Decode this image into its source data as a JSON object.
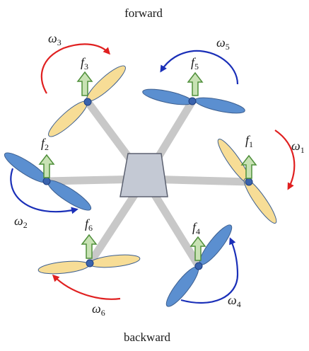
{
  "captions": {
    "top": "forward",
    "bottom": "backward"
  },
  "colors": {
    "arm": "#c8c8c8",
    "body_fill": "#c4c9d4",
    "body_stroke": "#5c6170",
    "hub": "#3a63ad",
    "hub_stroke": "#1e3f80",
    "blade_blue": "#5b8fd0",
    "blade_yellow": "#f7dd96",
    "blade_stroke": "#3d5f8f",
    "thrust_fill": "#c8e2b4",
    "thrust_stroke": "#4f8f3a",
    "rot_red": "#e02020",
    "rot_blue": "#1a2fb8"
  },
  "rotors": [
    {
      "id": "1",
      "force": {
        "base": "f",
        "sub": "1"
      },
      "omega": {
        "base": "ω",
        "sub": "1"
      },
      "blade_color": "yellow",
      "rotation_color": "red"
    },
    {
      "id": "2",
      "force": {
        "base": "f",
        "sub": "2"
      },
      "omega": {
        "base": "ω",
        "sub": "2"
      },
      "blade_color": "blue",
      "rotation_color": "blue"
    },
    {
      "id": "3",
      "force": {
        "base": "f",
        "sub": "3"
      },
      "omega": {
        "base": "ω",
        "sub": "3"
      },
      "blade_color": "yellow",
      "rotation_color": "red"
    },
    {
      "id": "4",
      "force": {
        "base": "f",
        "sub": "4"
      },
      "omega": {
        "base": "ω",
        "sub": "4"
      },
      "blade_color": "blue",
      "rotation_color": "blue"
    },
    {
      "id": "5",
      "force": {
        "base": "f",
        "sub": "5"
      },
      "omega": {
        "base": "ω",
        "sub": "5"
      },
      "blade_color": "blue",
      "rotation_color": "blue"
    },
    {
      "id": "6",
      "force": {
        "base": "f",
        "sub": "6"
      },
      "omega": {
        "base": "ω",
        "sub": "6"
      },
      "blade_color": "yellow",
      "rotation_color": "red"
    }
  ]
}
